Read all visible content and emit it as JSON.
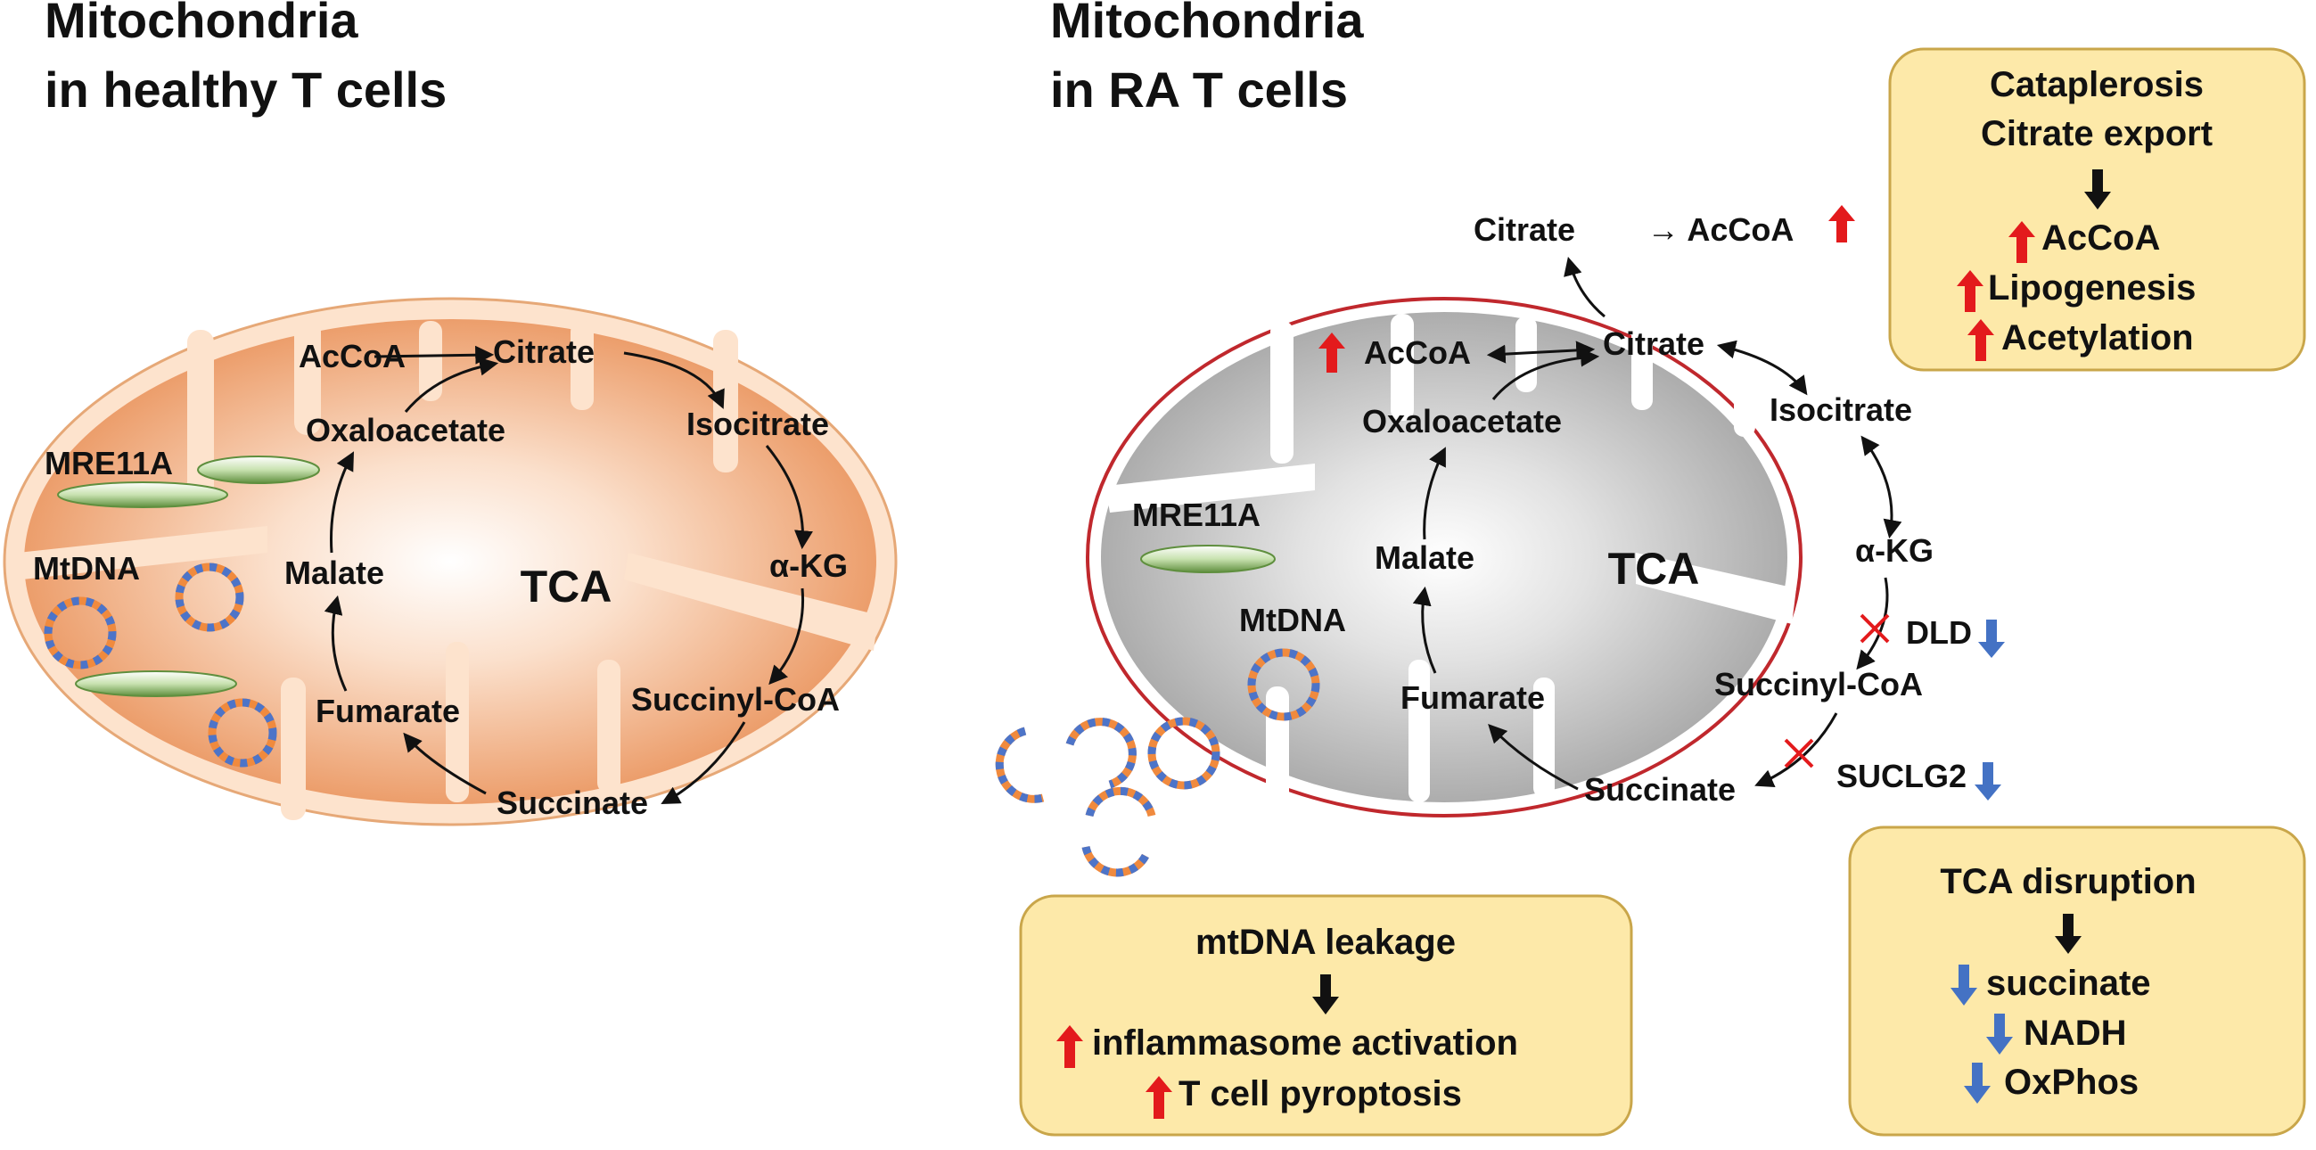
{
  "headings": {
    "healthy_line1": "Mitochondria",
    "healthy_line2": "in healthy T cells",
    "ra_line1": "Mitochondria",
    "ra_line2": "in RA T cells"
  },
  "healthy": {
    "tca": "TCA",
    "metabolites": {
      "accoa": "AcCoA",
      "citrate": "Citrate",
      "oxaloacetate": "Oxaloacetate",
      "isocitrate": "Isocitrate",
      "akg": "α-KG",
      "malate": "Malate",
      "fumarate": "Fumarate",
      "succinyl_coa": "Succinyl-CoA",
      "succinate": "Succinate"
    },
    "mre11a": "MRE11A",
    "mtdna": "MtDNA"
  },
  "ra": {
    "tca": "TCA",
    "metabolites": {
      "accoa": "AcCoA",
      "citrate": "Citrate",
      "oxaloacetate": "Oxaloacetate",
      "isocitrate": "Isocitrate",
      "akg": "α-KG",
      "malate": "Malate",
      "fumarate": "Fumarate",
      "succinyl_coa": "Succinyl-CoA",
      "succinate": "Succinate"
    },
    "mre11a": "MRE11A",
    "mtdna": "MtDNA",
    "export_citrate": "Citrate",
    "export_accoa": "→ AcCoA",
    "dld": "DLD",
    "suclg2": "SUCLG2"
  },
  "boxes": {
    "cataplerosis": {
      "line1": "Cataplerosis",
      "line2": "Citrate export",
      "item1": "AcCoA",
      "item2": "Lipogenesis",
      "item3": "Acetylation"
    },
    "tca_disruption": {
      "title": "TCA disruption",
      "item1": "succinate",
      "item2": "NADH",
      "item3": "OxPhos"
    },
    "mtdna_leakage": {
      "title": "mtDNA leakage",
      "item1": "inflammasome activation",
      "item2": "T cell pyroptosis"
    }
  },
  "colors": {
    "healthy_fill": "#e98b4f",
    "healthy_outer": "#fde3cd",
    "ra_fill": "#a6a6a6",
    "ra_outline": "#c0282d",
    "box_fill": "#fde9a9",
    "box_stroke": "#c9a64a",
    "up_arrow": "#e31a1c",
    "down_arrow": "#4472c4",
    "inhibit": "#e31a1c"
  }
}
